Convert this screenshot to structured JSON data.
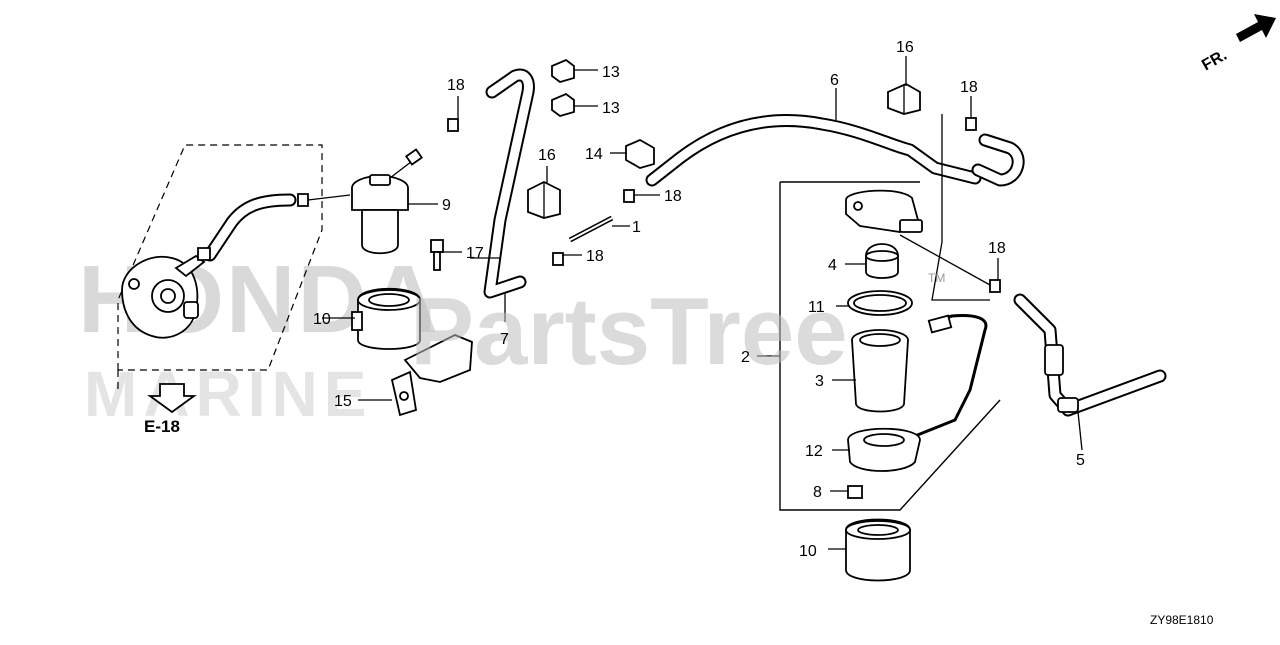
{
  "diagram": {
    "direction_label": "FR.",
    "reference_label": "E-18",
    "diagram_code": "ZY98E1810",
    "watermark": {
      "brand": "PartsTree",
      "trademark": "TM",
      "background_lines": [
        "HONDA",
        "MARINE"
      ]
    },
    "callouts": [
      {
        "id": "c1",
        "text": "1"
      },
      {
        "id": "c2",
        "text": "2"
      },
      {
        "id": "c3",
        "text": "3"
      },
      {
        "id": "c4",
        "text": "4"
      },
      {
        "id": "c5",
        "text": "5"
      },
      {
        "id": "c6",
        "text": "6"
      },
      {
        "id": "c7",
        "text": "7"
      },
      {
        "id": "c8",
        "text": "8"
      },
      {
        "id": "c9",
        "text": "9"
      },
      {
        "id": "c10a",
        "text": "10"
      },
      {
        "id": "c10b",
        "text": "10"
      },
      {
        "id": "c11",
        "text": "11"
      },
      {
        "id": "c12",
        "text": "12"
      },
      {
        "id": "c13a",
        "text": "13"
      },
      {
        "id": "c13b",
        "text": "13"
      },
      {
        "id": "c14",
        "text": "14"
      },
      {
        "id": "c15",
        "text": "15"
      },
      {
        "id": "c16a",
        "text": "16"
      },
      {
        "id": "c16b",
        "text": "16"
      },
      {
        "id": "c17",
        "text": "17"
      },
      {
        "id": "c18a",
        "text": "18"
      },
      {
        "id": "c18b",
        "text": "18"
      },
      {
        "id": "c18c",
        "text": "18"
      },
      {
        "id": "c18d",
        "text": "18"
      },
      {
        "id": "c18e",
        "text": "18"
      }
    ]
  }
}
